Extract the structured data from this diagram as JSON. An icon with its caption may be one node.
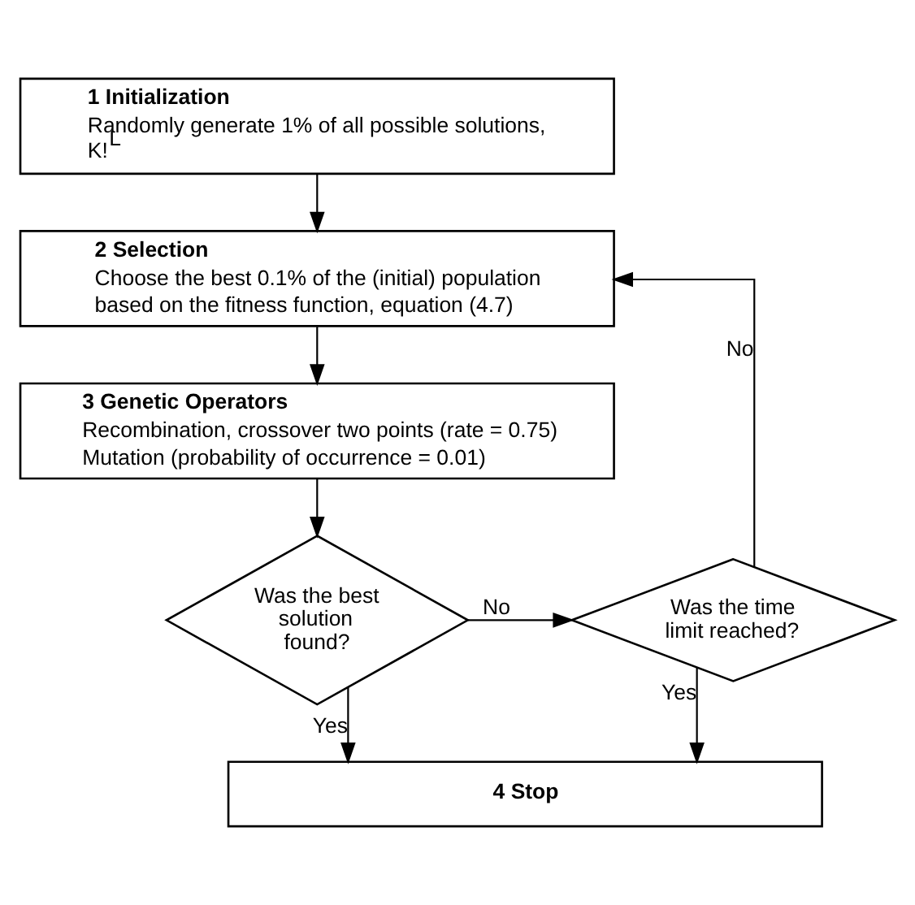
{
  "diagram": {
    "nodes": [
      {
        "text": [
          "1 Initialization",
          "Randomly generate 1% of all possible solutions, K!$^{L}$"
        ]
      },
      {
        "text": [
          "2 Selection",
          "Choose the best 0.1% of the (initial) population based on the fitness function, equation (4.7)"
        ]
      },
      {
        "text": [
          "3 Genetic Operators",
          "Recombination, crossover two points (rate = 0.75)",
          "Mutation (probability of occurrence = 0.01)"
        ]
      },
      {
        "text": [
          "Was the best solution found?"
        ]
      },
      {
        "text": [
          "Was the time limit reached?"
        ]
      },
      {
        "text": [
          "4 Stop"
        ]
      }
    ],
    "edges": [
      {
        "from": 0,
        "to": 1,
        "arrow": "to"
      },
      {
        "from": 1,
        "to": 2,
        "arrow": "to"
      },
      {
        "from": 2,
        "to": 3,
        "arrow": "to"
      },
      {
        "from": 3,
        "to": 4,
        "label": "No",
        "arrow": "to"
      },
      {
        "from": 3,
        "to": 5,
        "label": "Yes",
        "arrow": "to"
      },
      {
        "from": 4,
        "to": 5,
        "label": "Yes",
        "arrow": "to"
      },
      {
        "from": 4,
        "to": 1,
        "label": "No",
        "arrow": "to"
      }
    ]
  }
}
